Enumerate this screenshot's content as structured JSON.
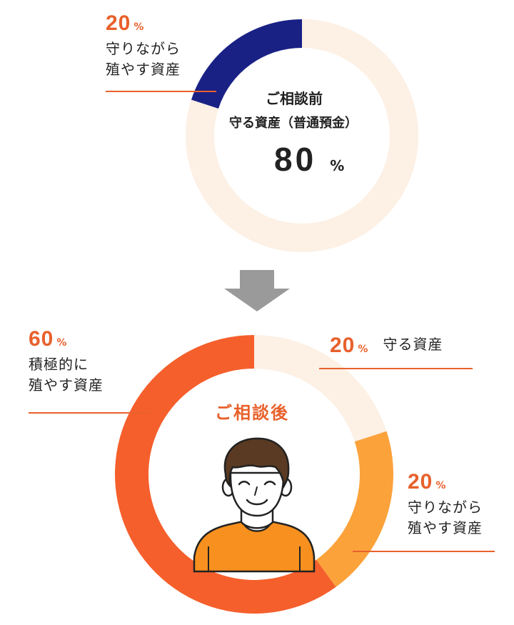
{
  "colors": {
    "track": "#fdf0e4",
    "navy": "#1a2185",
    "orange_dark": "#f55f2c",
    "orange_light": "#fca23b",
    "accent_text": "#e8612c",
    "arrow": "#9a9a9a",
    "line": "#e8612c"
  },
  "before": {
    "center_title": "ご相談前",
    "center_sub": "守る資産（普通預金）",
    "big_value": "80",
    "big_unit": "%",
    "callout": {
      "pct": "20",
      "unit": "%",
      "line1": "守りながら",
      "line2": "殖やす資産"
    }
  },
  "after": {
    "center_title": "ご相談後",
    "callout_right_top": {
      "pct": "20",
      "unit": "%",
      "text": "守る資産"
    },
    "callout_right_bottom": {
      "pct": "20",
      "unit": "%",
      "line1": "守りながら",
      "line2": "殖やす資産"
    },
    "callout_left": {
      "pct": "60",
      "unit": "%",
      "line1": "積極的に",
      "line2": "殖やす資産"
    }
  },
  "chart_data": [
    {
      "type": "pie",
      "title": "ご相談前",
      "slices": [
        {
          "label": "守る資産（普通預金）",
          "value": 80,
          "color": "#fdf0e4"
        },
        {
          "label": "守りながら殖やす資産",
          "value": 20,
          "color": "#1a2185"
        }
      ]
    },
    {
      "type": "pie",
      "title": "ご相談後",
      "slices": [
        {
          "label": "守る資産",
          "value": 20,
          "color": "#fdf0e4"
        },
        {
          "label": "守りながら殖やす資産",
          "value": 20,
          "color": "#fca23b"
        },
        {
          "label": "積極的に殖やす資産",
          "value": 60,
          "color": "#f55f2c"
        }
      ]
    }
  ]
}
